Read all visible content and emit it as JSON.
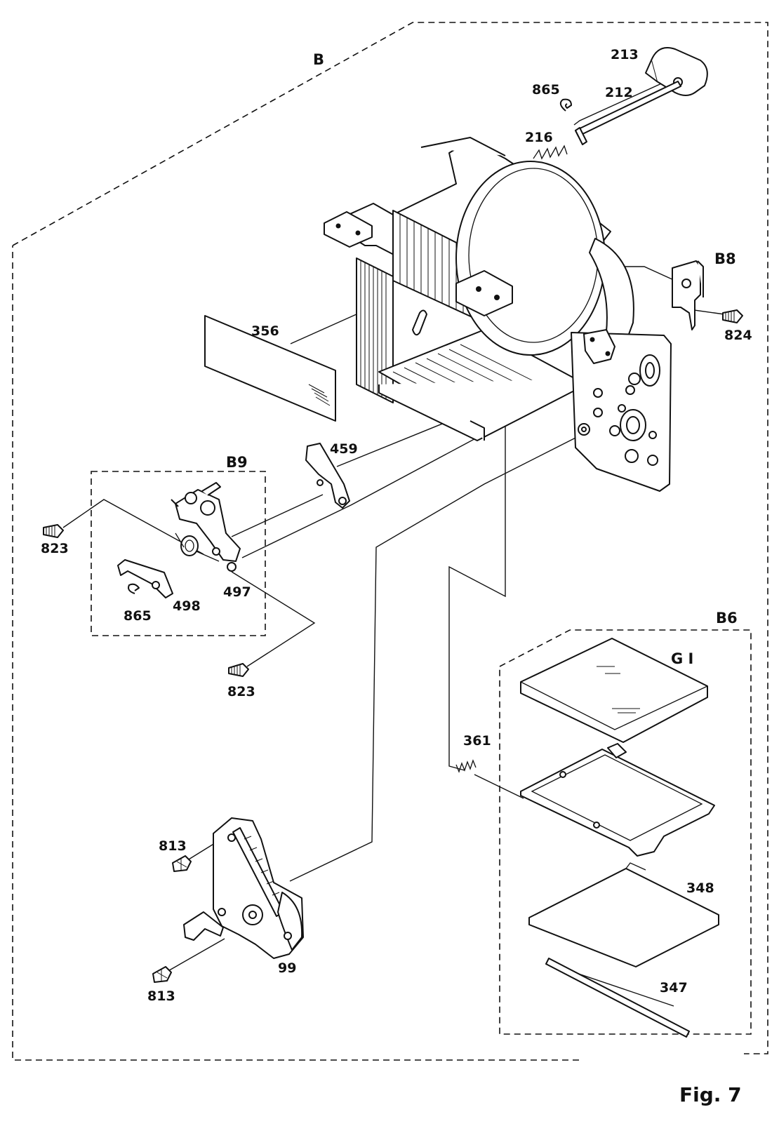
{
  "figure_label": "Fig. 7",
  "groups": {
    "B": "B",
    "B6": "B6",
    "B8": "B8",
    "B9": "B9",
    "G1": "G I"
  },
  "parts": {
    "p213": "213",
    "p212": "212",
    "p865_top": "865",
    "p216": "216",
    "p356": "356",
    "p824": "824",
    "p459": "459",
    "p823_left": "823",
    "p498": "498",
    "p497": "497",
    "p865_left": "865",
    "p823_bottom": "823",
    "p361": "361",
    "p348": "348",
    "p347": "347",
    "p813_top": "813",
    "p813_bottom": "813",
    "p99": "99"
  }
}
